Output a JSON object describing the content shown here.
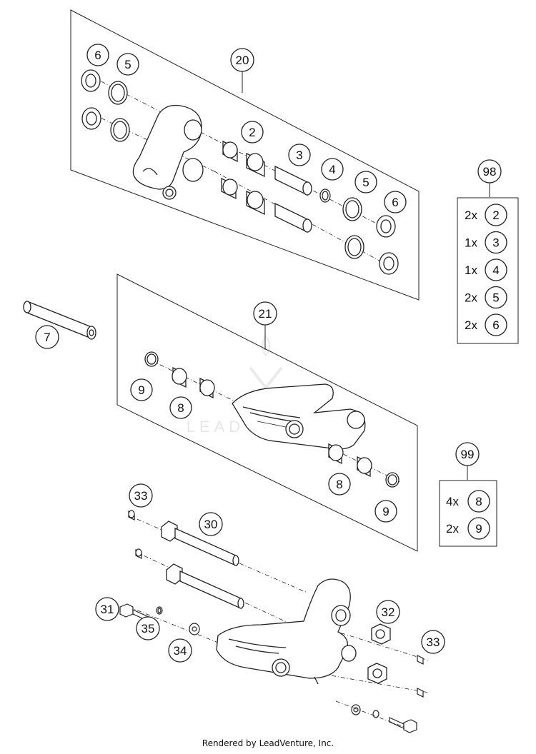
{
  "watermark": "LEADVENTURE",
  "footer": "Rendered by LeadVenture, Inc.",
  "callouts": {
    "c6a": "6",
    "c5a": "5",
    "c20": "20",
    "c2": "2",
    "c3": "3",
    "c4": "4",
    "c5b": "5",
    "c6b": "6",
    "c7": "7",
    "c21": "21",
    "c9a": "9",
    "c8a": "8",
    "c8b": "8",
    "c9b": "9",
    "c33a": "33",
    "c30": "30",
    "c31": "31",
    "c35": "35",
    "c34": "34",
    "c32": "32",
    "c33b": "33",
    "c98": "98",
    "c99": "99"
  },
  "kit98": [
    {
      "qty": "2x",
      "part": "2"
    },
    {
      "qty": "1x",
      "part": "3"
    },
    {
      "qty": "1x",
      "part": "4"
    },
    {
      "qty": "2x",
      "part": "5"
    },
    {
      "qty": "2x",
      "part": "6"
    }
  ],
  "kit99": [
    {
      "qty": "4x",
      "part": "8"
    },
    {
      "qty": "2x",
      "part": "9"
    }
  ]
}
